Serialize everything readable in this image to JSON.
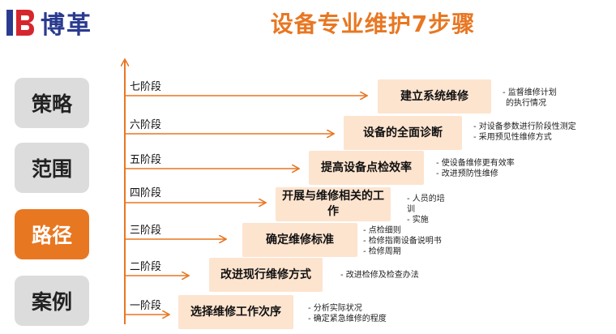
{
  "brand": {
    "name": "博革",
    "mark_color": "#d6262d",
    "text_color": "#2a3b8f"
  },
  "title": "设备专业维护7步骤",
  "accent_color": "#e87722",
  "sidebar": [
    {
      "label": "策略",
      "active": false
    },
    {
      "label": "范围",
      "active": false
    },
    {
      "label": "路径",
      "active": true
    },
    {
      "label": "案例",
      "active": false
    }
  ],
  "stages": [
    {
      "stage": "七阶段",
      "step": "建立系统维修",
      "notes": [
        "- 监督维修计划",
        "的执行情况"
      ]
    },
    {
      "stage": "六阶段",
      "step": "设备的全面诊断",
      "notes": [
        "- 对设备参数进行阶段性测定",
        "- 采用预见性维修方式"
      ]
    },
    {
      "stage": "五阶段",
      "step": "提高设备点检效率",
      "notes": [
        "- 使设备维修更有效率",
        "- 改进预防性维修"
      ]
    },
    {
      "stage": "四阶段",
      "step": "开展与维修相关的工作",
      "notes": [
        "- 人员的培",
        "训",
        "- 实施"
      ]
    },
    {
      "stage": "三阶段",
      "step": "确定维修标准",
      "notes": [
        "- 点检细则",
        "- 检修指南设备说明书",
        "- 检修周期"
      ]
    },
    {
      "stage": "二阶段",
      "step": "改进现行维修方式",
      "notes": [
        "- 改进检修及检查办法"
      ]
    },
    {
      "stage": "一阶段",
      "step": "选择维修工作次序",
      "notes": [
        "- 分析实际状况",
        "- 确定紧急维修的程度"
      ]
    }
  ]
}
